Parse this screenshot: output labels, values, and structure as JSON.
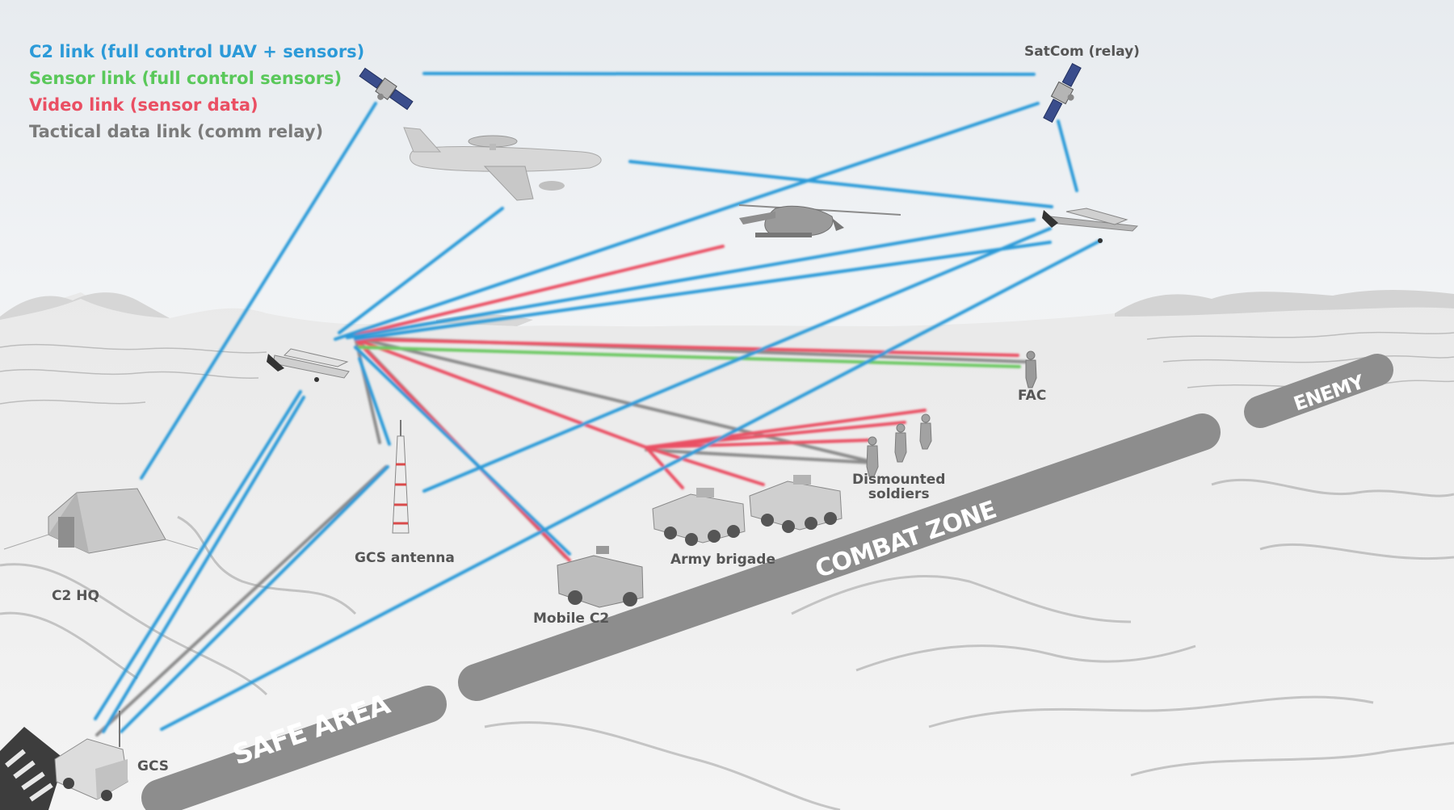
{
  "legend": {
    "c2": {
      "label": "C2 link (full control UAV + sensors)",
      "color": "#2c9ad8"
    },
    "sensor": {
      "label": "Sensor link (full control sensors)",
      "color": "#5ac85a"
    },
    "video": {
      "label": "Video link (sensor data)",
      "color": "#ea4f63"
    },
    "tactical": {
      "label": "Tactical data link (comm relay)",
      "color": "#7b7b7b"
    }
  },
  "labels": {
    "satcom": "SatCom (relay)",
    "fac": "FAC",
    "dismounted_line1": "Dismounted",
    "dismounted_line2": "soldiers",
    "army": "Army brigade",
    "gcs_antenna": "GCS antenna",
    "c2hq": "C2 HQ",
    "mobile_c2": "Mobile C2",
    "gcs": "GCS"
  },
  "zones": {
    "safe": "SAFE AREA",
    "combat": "COMBAT ZONE",
    "enemy": "ENEMY"
  }
}
